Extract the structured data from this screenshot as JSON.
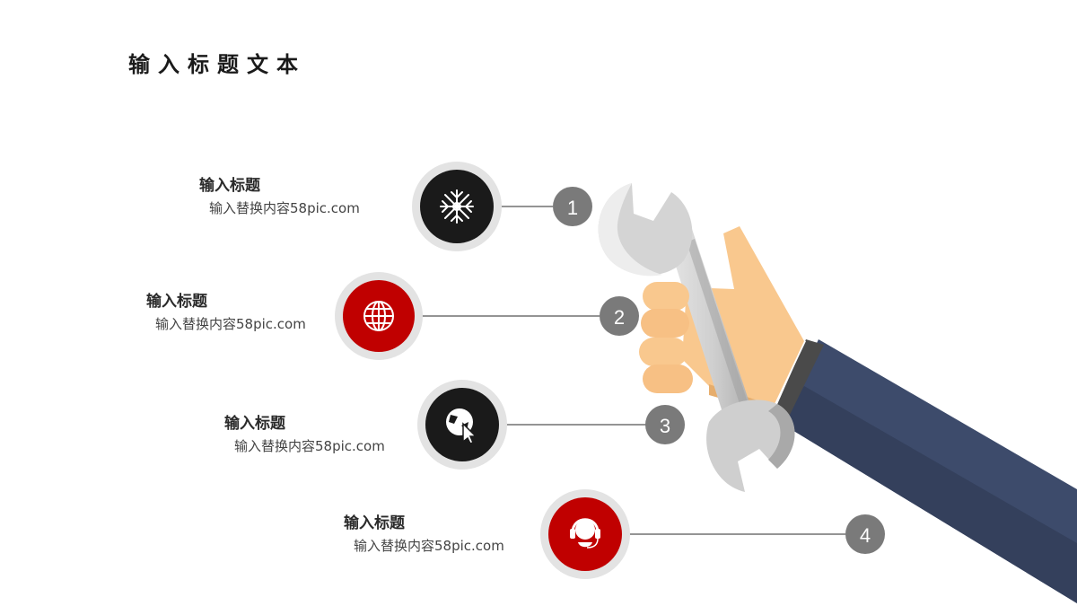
{
  "page": {
    "title": "输入标题文本"
  },
  "items": [
    {
      "number": "1",
      "title": "输入标题",
      "desc": "输入替换内容58pic.com",
      "icon": "snowflake-icon",
      "color": "#1a1a1a"
    },
    {
      "number": "2",
      "title": "输入标题",
      "desc": "输入替换内容58pic.com",
      "icon": "globe-icon",
      "color": "#c00000"
    },
    {
      "number": "3",
      "title": "输入标题",
      "desc": "输入替换内容58pic.com",
      "icon": "globe-cursor-icon",
      "color": "#1a1a1a"
    },
    {
      "number": "4",
      "title": "输入标题",
      "desc": "输入替换内容58pic.com",
      "icon": "headset-icon",
      "color": "#c00000"
    }
  ],
  "colors": {
    "red": "#c00000",
    "black": "#1a1a1a",
    "number_badge": "#7a7a7a",
    "sleeve": "#3d4b6b",
    "skin": "#f9c88e",
    "wrench": "#c8c8c8"
  }
}
